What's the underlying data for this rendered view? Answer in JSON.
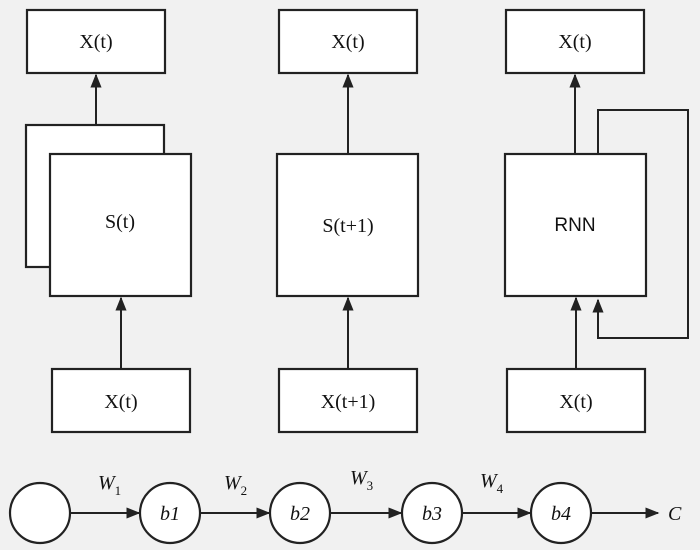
{
  "diagram": {
    "columns": [
      {
        "output_label": "X(t)",
        "state_label": "S(t)",
        "input_label": "X(t)"
      },
      {
        "output_label": "X(t)",
        "state_label": "S(t+1)",
        "input_label": "X(t+1)"
      },
      {
        "output_label": "X(t)",
        "state_label": "RNN",
        "input_label": "X(t)"
      }
    ],
    "chain": {
      "nodes": [
        "",
        "b1",
        "b2",
        "b3",
        "b4"
      ],
      "weights": [
        {
          "base": "W",
          "sub": "1"
        },
        {
          "base": "W",
          "sub": "2"
        },
        {
          "base": "W",
          "sub": "3"
        },
        {
          "base": "W",
          "sub": "4"
        }
      ],
      "output": "C"
    }
  }
}
